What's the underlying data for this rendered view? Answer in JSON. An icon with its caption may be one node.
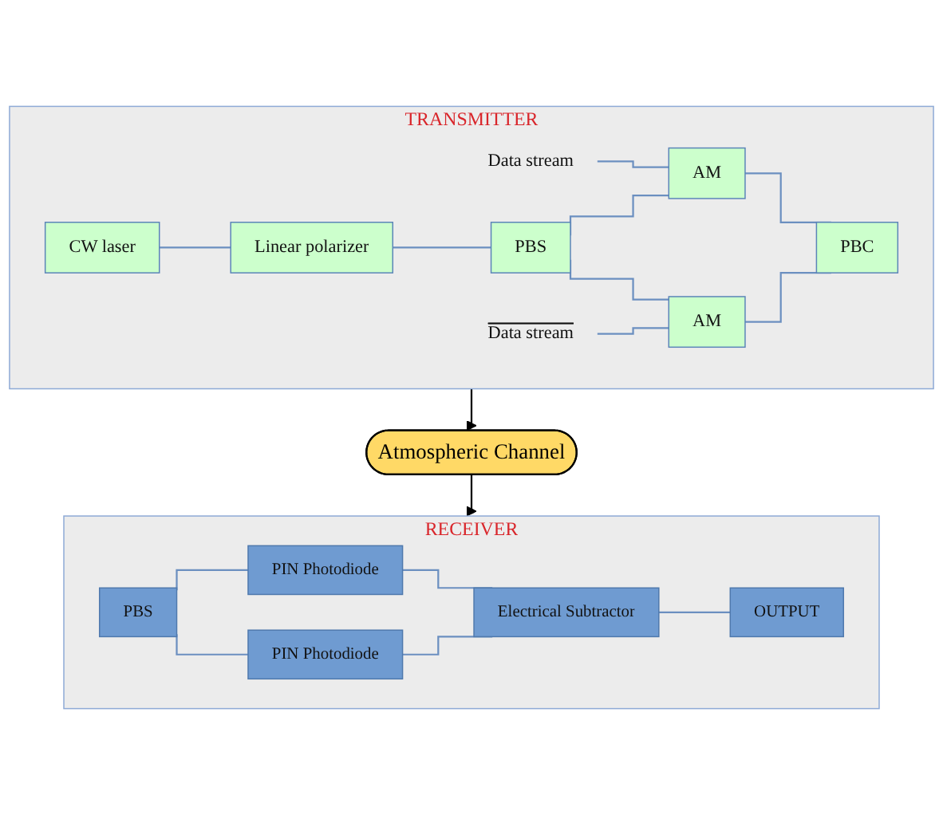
{
  "diagram": {
    "nodes": [
      {
        "text": [
          "TRANSMITTER"
        ]
      },
      {
        "text": [
          "Data stream"
        ],
        "in": 0
      },
      {
        "text": [
          "CW laser"
        ],
        "in": 0
      },
      {
        "text": [
          "Linear polarizer"
        ],
        "in": 0
      },
      {
        "text": [
          "PBS"
        ],
        "in": 0
      },
      {
        "text": [
          "AM"
        ],
        "in": 0
      },
      {
        "text": [
          "PBC"
        ],
        "in": 0
      },
      {
        "text": [
          "AM"
        ],
        "in": 0
      },
      {
        "text": [
          "Data stream"
        ],
        "in": 0
      },
      {
        "text": [
          "Atmospheric Channel"
        ]
      },
      {
        "text": [
          "RECEIVER"
        ]
      },
      {
        "text": [
          "PIN Photodiode"
        ],
        "in": 10
      },
      {
        "text": [
          "PBS"
        ],
        "in": 10
      },
      {
        "text": [
          "Electrical Subtractor"
        ],
        "in": 10
      },
      {
        "text": [
          "OUTPUT"
        ],
        "in": 10
      },
      {
        "text": [
          "PIN Photodiode"
        ],
        "in": 10
      }
    ],
    "edges": [
      {
        "from": 2,
        "to": 3,
        "arrow": "none"
      },
      {
        "from": 3,
        "to": 4,
        "arrow": "none"
      },
      {
        "from": 4,
        "to": 5,
        "arrow": "none"
      },
      {
        "from": 4,
        "to": 7,
        "arrow": "none"
      },
      {
        "from": 1,
        "to": 5,
        "arrow": "none"
      },
      {
        "from": 8,
        "to": 7,
        "arrow": "none"
      },
      {
        "from": 5,
        "to": 6,
        "arrow": "none"
      },
      {
        "from": 7,
        "to": 6,
        "arrow": "none"
      },
      {
        "from": 0,
        "to": 9,
        "arrow": "to",
        "color": "#000000"
      },
      {
        "from": 9,
        "to": 10,
        "arrow": "to",
        "color": "#000000"
      },
      {
        "from": 12,
        "to": 11,
        "arrow": "none"
      },
      {
        "from": 12,
        "to": 15,
        "arrow": "none"
      },
      {
        "from": 11,
        "to": 13,
        "arrow": "none"
      },
      {
        "from": 15,
        "to": 13,
        "arrow": "none"
      },
      {
        "from": 13,
        "to": 14,
        "arrow": "none"
      }
    ]
  }
}
